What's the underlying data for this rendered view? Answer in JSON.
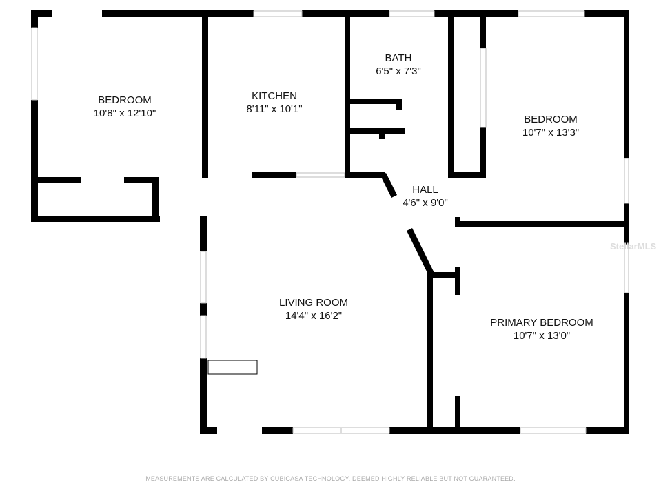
{
  "rooms": [
    {
      "name": "BEDROOM",
      "size": "10'8\" x 12'10\""
    },
    {
      "name": "KITCHEN",
      "size": "8'11\" x 10'1\""
    },
    {
      "name": "BATH",
      "size": "6'5\" x 7'3\""
    },
    {
      "name": "BEDROOM",
      "size": "10'7\" x 13'3\""
    },
    {
      "name": "HALL",
      "size": "4'6\" x 9'0\""
    },
    {
      "name": "LIVING ROOM",
      "size": "14'4\" x 16'2\""
    },
    {
      "name": "PRIMARY BEDROOM",
      "size": "10'7\" x 13'0\""
    }
  ],
  "watermark": "StellarMLS",
  "footer": "MEASUREMENTS ARE CALCULATED BY CUBICASA TECHNOLOGY. DEEMED HIGHLY RELIABLE BUT NOT GUARANTEED.",
  "colors": {
    "wall": "#000000",
    "window": "#cccccc"
  }
}
